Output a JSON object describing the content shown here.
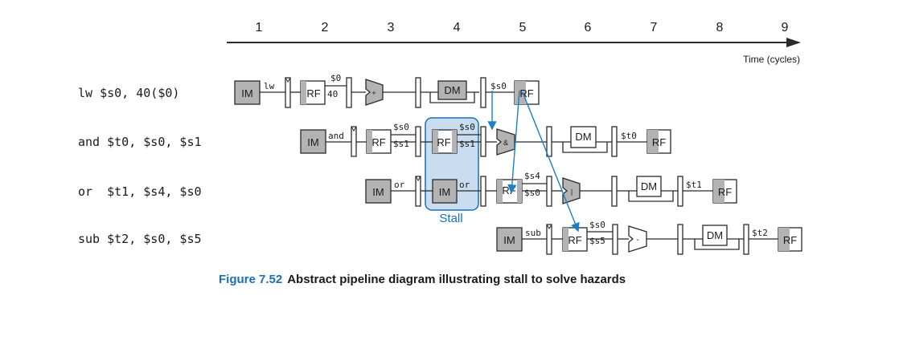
{
  "timeline": {
    "cycles": [
      "1",
      "2",
      "3",
      "4",
      "5",
      "6",
      "7",
      "8",
      "9"
    ],
    "axis_label": "Time (cycles)"
  },
  "instructions": [
    {
      "text": "lw $s0, 40($0)"
    },
    {
      "text": "and $t0, $s0, $s1"
    },
    {
      "text": "or  $t1, $s4, $s0"
    },
    {
      "text": "sub $t2, $s0, $s5"
    }
  ],
  "blocks": {
    "im": "IM",
    "rf": "RF",
    "dm": "DM"
  },
  "row_labels": {
    "lw": {
      "op": "lw",
      "rf_top": "$0",
      "rf_bot": "40",
      "alu": "+",
      "wb": "$s0"
    },
    "and": {
      "op": "and",
      "rf_top": "$s0",
      "rf_bot": "$s1",
      "rf2_top": "$s0",
      "rf2_bot": "$s1",
      "alu": "&",
      "wb": "$t0"
    },
    "or": {
      "op": "or",
      "op2": "or",
      "rf_top": "$s4",
      "rf_bot": "$s0",
      "alu": "|",
      "wb": "$t1"
    },
    "sub": {
      "op": "sub",
      "rf_top": "$s0",
      "rf_bot": "$s5",
      "alu": "-",
      "wb": "$t2"
    }
  },
  "stall_label": "Stall",
  "colors": {
    "stall_fill": "#c9ddf0",
    "stall_stroke": "#1a6fb2",
    "arrow": "#1a7fc4",
    "gray": "#b3b3b3",
    "caption_blue": "#1a6fb2"
  },
  "caption": {
    "number": "Figure 7.52",
    "text": "Abstract pipeline diagram illustrating stall to solve hazards"
  }
}
